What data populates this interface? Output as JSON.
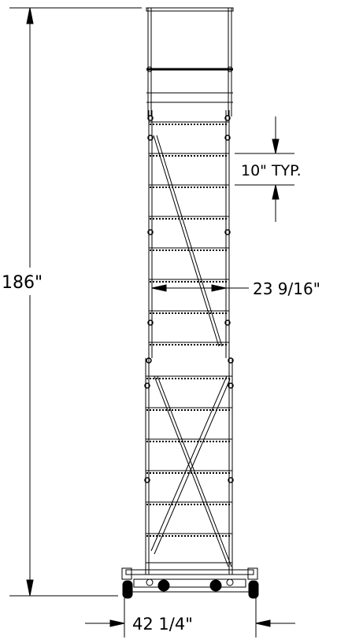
{
  "dimensions": {
    "height": "186\"",
    "rung_spacing": "10\" TYP.",
    "inner_width": "23 9/16\"",
    "base_width": "42 1/4\""
  }
}
